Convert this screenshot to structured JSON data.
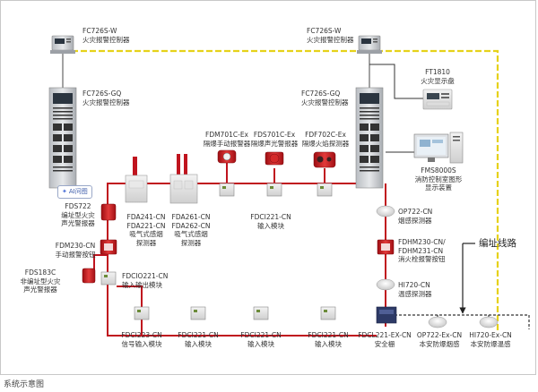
{
  "caption": "系统示意图",
  "ai_button": {
    "icon": "ai-sparkle-icon",
    "label": "AI问图"
  },
  "legend": {
    "address_line": "编址线路"
  },
  "colors": {
    "yellow_bus": "#e6d21a",
    "red_loop": "#c0141e",
    "grey_line": "#8c8c8c",
    "black_line": "#333333"
  },
  "devices": {
    "panel_top_left": {
      "model": "FC726S-W",
      "name": "火灾报警控制器"
    },
    "panel_top_right": {
      "model": "FC726S-W",
      "name": "火灾报警控制器"
    },
    "panel_main_left": {
      "model": "FC726S-GQ",
      "name": "火灾报警控制器"
    },
    "panel_main_right": {
      "model": "FC726S-GQ",
      "name": "火灾报警控制器"
    },
    "display": {
      "model": "FT1810",
      "name": "火灾显示盘"
    },
    "workstation": {
      "model": "FMS8000S",
      "name1": "消防控制室图形",
      "name2": "显示装置"
    },
    "fdm701": {
      "model": "FDM701C-Ex",
      "name": "隔爆手动报警器"
    },
    "fds701": {
      "model": "FDS701C-Ex",
      "name": "隔爆声光警报器"
    },
    "fdf702": {
      "model": "FDF702C-Ex",
      "name": "隔爆火焰探测器"
    },
    "fda241": {
      "model1": "FDA241-CN",
      "model2": "FDA221-CN",
      "name1": "吸气式感烟",
      "name2": "探测器"
    },
    "fda261": {
      "model1": "FDA261-CN",
      "model2": "FDA262-CN",
      "name1": "吸气式感烟",
      "name2": "探测器"
    },
    "fdci_mid": {
      "model": "FDCI221-CN",
      "name": "输入模块"
    },
    "fds722": {
      "model": "FDS722",
      "name1": "编址型火灾",
      "name2": "声光警报器"
    },
    "fdm230": {
      "model": "FDM230-CN",
      "name": "手动报警按钮"
    },
    "fds183": {
      "model": "FDS183C",
      "name1": "非编址型火灾",
      "name2": "声光警报器"
    },
    "fdcio": {
      "model": "FDCIO221-CN",
      "name": "输入输出模块"
    },
    "op722": {
      "model": "OP722-CN",
      "name": "烟感探测器"
    },
    "fdhm": {
      "model1": "FDHM230-CN/",
      "model2": "FDHM231-CN",
      "name": "消火栓报警按钮"
    },
    "hi720": {
      "model": "HI720-CN",
      "name": "温感探测器"
    },
    "fdci223": {
      "model": "FDCI223-CN",
      "name": "信号输入模块"
    },
    "fdci_b1": {
      "model": "FDCI221-CN",
      "name": "输入模块"
    },
    "fdci_b2": {
      "model": "FDCI221-CN",
      "name": "输入模块"
    },
    "fdci_b3": {
      "model": "FDCI221-CN",
      "name": "输入模块"
    },
    "fdcl": {
      "model": "FDCL221-EX-CN",
      "name": "安全栅"
    },
    "op722ex": {
      "model": "OP722-Ex-CN",
      "name": "本安防爆烟感"
    },
    "hi720ex": {
      "model": "HI720-Ex-CN",
      "name": "本安防爆温感"
    }
  }
}
